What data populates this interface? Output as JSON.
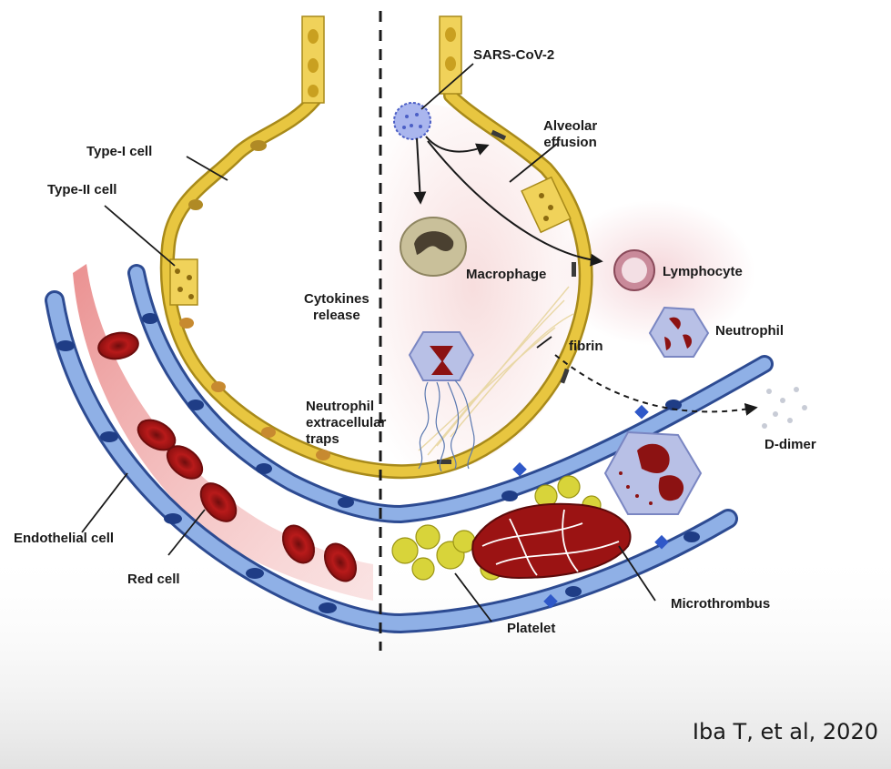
{
  "labels": {
    "type1_cell": "Type-I cell",
    "type2_cell": "Type-II cell",
    "sars_cov_2": "SARS-CoV-2",
    "alveolar_effusion_1": "Alveolar",
    "alveolar_effusion_2": "effusion",
    "macrophage": "Macrophage",
    "lymphocyte": "Lymphocyte",
    "cytokines_1": "Cytokines",
    "cytokines_2": "release",
    "fibrin": "fibrin",
    "neutrophil": "Neutrophil",
    "net_1": "Neutrophil",
    "net_2": "extracellular",
    "net_3": "traps",
    "d_dimer": "D-dimer",
    "endothelial_cell": "Endothelial cell",
    "red_cell": "Red cell",
    "microthrombus": "Microthrombus",
    "platelet": "Platelet"
  },
  "citation": "Iba T, et al, 2020",
  "colors": {
    "epithelium": "#e8c640",
    "epithelium_edge": "#a88a1a",
    "alveolus_infected": "#f6dedd",
    "endothelium": "#7b9bd6",
    "endothelium_edge": "#2d4b92",
    "nucleus": "#1f3d86",
    "red_cell": "#b81a1a",
    "blood_stream": "#e77a7a",
    "platelet": "#d8d43a",
    "neutrophil_body": "#b8c0e6",
    "virus": "#5b6fd0"
  },
  "icons": [
    "virus-icon",
    "macrophage-icon",
    "lymphocyte-icon",
    "neutrophil-icon",
    "red-cell-icon",
    "platelet-icon",
    "microthrombus-icon"
  ]
}
